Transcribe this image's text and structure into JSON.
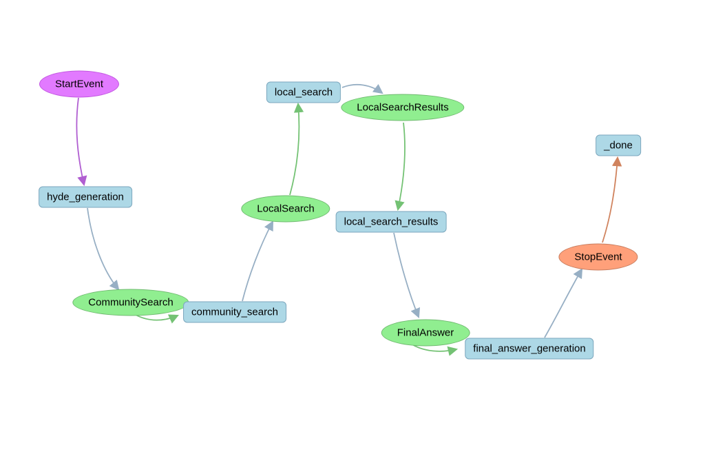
{
  "diagram": {
    "title": "workflow-event-graph",
    "background": "#ffffff",
    "colors": {
      "start_fill": "#e27aff",
      "start_border": "#c155e0",
      "start_edge": "#b05ed1",
      "step_fill": "#add8e6",
      "step_border": "#7ba6bd",
      "step_edge": "#97afc4",
      "event_fill": "#90ee90",
      "event_border": "#70ba70",
      "event_edge": "#74c274",
      "stop_fill": "#ffa07a",
      "stop_border": "#c77d5f",
      "stop_edge": "#d0835e",
      "label_color": "#000000"
    },
    "nodes": [
      {
        "label": "StartEvent",
        "kind": "start-event",
        "shape": "ellipse"
      },
      {
        "label": "hyde_generation",
        "kind": "step",
        "shape": "box"
      },
      {
        "label": "CommunitySearch",
        "kind": "event",
        "shape": "ellipse"
      },
      {
        "label": "community_search",
        "kind": "step",
        "shape": "box"
      },
      {
        "label": "LocalSearch",
        "kind": "event",
        "shape": "ellipse"
      },
      {
        "label": "local_search",
        "kind": "step",
        "shape": "box"
      },
      {
        "label": "LocalSearchResults",
        "kind": "event",
        "shape": "ellipse"
      },
      {
        "label": "local_search_results",
        "kind": "step",
        "shape": "box"
      },
      {
        "label": "FinalAnswer",
        "kind": "event",
        "shape": "ellipse"
      },
      {
        "label": "final_answer_generation",
        "kind": "step",
        "shape": "box"
      },
      {
        "label": "StopEvent",
        "kind": "stop-event",
        "shape": "ellipse"
      },
      {
        "label": "_done",
        "kind": "step",
        "shape": "box"
      }
    ],
    "edges": [
      {
        "from": "StartEvent",
        "to": "hyde_generation",
        "color_key": "start_edge"
      },
      {
        "from": "hyde_generation",
        "to": "CommunitySearch",
        "color_key": "step_edge"
      },
      {
        "from": "CommunitySearch",
        "to": "community_search",
        "color_key": "event_edge"
      },
      {
        "from": "community_search",
        "to": "LocalSearch",
        "color_key": "step_edge"
      },
      {
        "from": "LocalSearch",
        "to": "local_search",
        "color_key": "event_edge"
      },
      {
        "from": "local_search",
        "to": "LocalSearchResults",
        "color_key": "step_edge"
      },
      {
        "from": "LocalSearchResults",
        "to": "local_search_results",
        "color_key": "event_edge"
      },
      {
        "from": "local_search_results",
        "to": "FinalAnswer",
        "color_key": "step_edge"
      },
      {
        "from": "FinalAnswer",
        "to": "final_answer_generation",
        "color_key": "event_edge"
      },
      {
        "from": "final_answer_generation",
        "to": "StopEvent",
        "color_key": "step_edge"
      },
      {
        "from": "StopEvent",
        "to": "_done",
        "color_key": "stop_edge"
      }
    ]
  }
}
